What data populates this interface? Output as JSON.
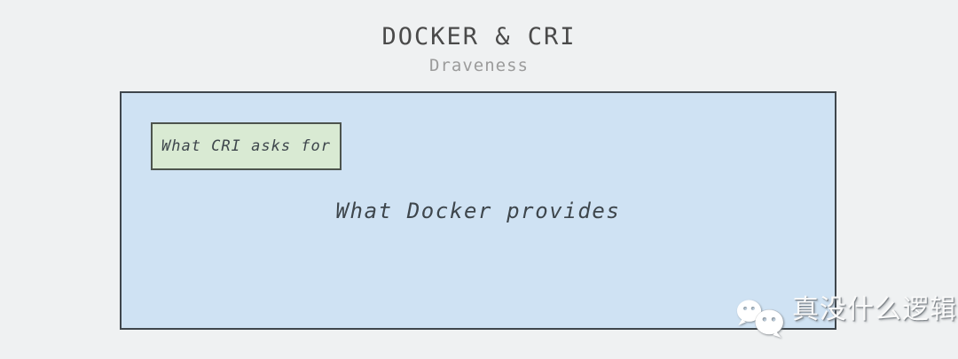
{
  "header": {
    "title": "DOCKER & CRI",
    "subtitle": "Draveness"
  },
  "diagram": {
    "outer_box": {
      "label": "What Docker provides",
      "fill": "#cfe2f3",
      "border": "#3f464c"
    },
    "inner_box": {
      "label": "What CRI asks for",
      "fill": "#d9ead3",
      "border": "#4d544d"
    },
    "text_color": "#3e464c"
  },
  "watermark": {
    "icon": "wechat-icon",
    "text": "真没什么逻辑"
  },
  "colors": {
    "background": "#eff1f2",
    "title": "#4a4a4a",
    "subtitle": "#9b9b9b"
  }
}
